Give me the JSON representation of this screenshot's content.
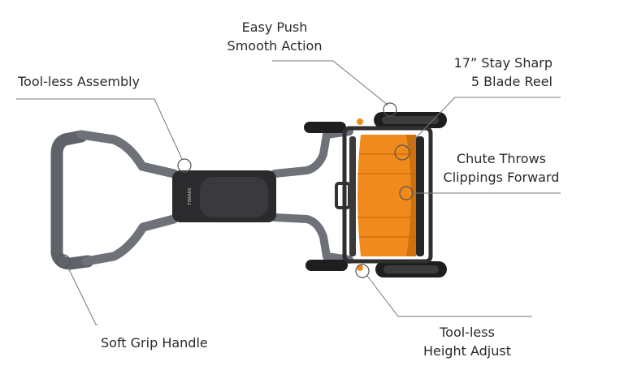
{
  "callouts": {
    "easy_push": {
      "line1": "Easy Push",
      "line2": "Smooth Action"
    },
    "stay_sharp": {
      "line1": "17” Stay Sharp",
      "line2": "5 Blade Reel"
    },
    "tool_less_assembly": {
      "line1": "Tool-less Assembly"
    },
    "chute": {
      "line1": "Chute Throws",
      "line2": "Clippings Forward"
    },
    "soft_grip": {
      "line1": "Soft Grip Handle"
    },
    "height_adjust": {
      "line1": "Tool-less",
      "line2": "Height Adjust"
    }
  },
  "product": {
    "brand_text": "FISKARS",
    "colors": {
      "handle": "#6e7177",
      "body_orange": "#f08a1c",
      "guard": "#2b2b2d",
      "wheel": "#1e1e1e"
    }
  }
}
